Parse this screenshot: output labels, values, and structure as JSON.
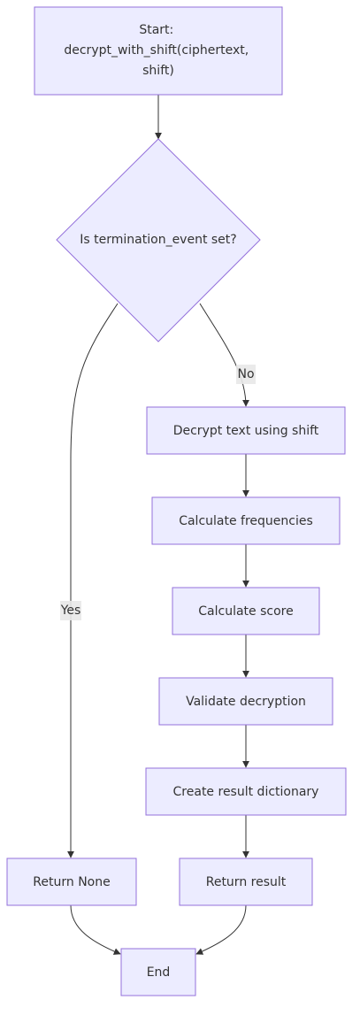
{
  "nodes": {
    "start": {
      "lines": [
        "Start:",
        "decrypt_with_shift(ciphertext,",
        "shift)"
      ]
    },
    "check_termination": {
      "lines": [
        "Is termination_event set?"
      ]
    },
    "decrypt_text": {
      "lines": [
        "Decrypt text using shift"
      ]
    },
    "calc_frequencies": {
      "lines": [
        "Calculate frequencies"
      ]
    },
    "calc_score": {
      "lines": [
        "Calculate score"
      ]
    },
    "validate": {
      "lines": [
        "Validate decryption"
      ]
    },
    "create_result": {
      "lines": [
        "Create result dictionary"
      ]
    },
    "return_none": {
      "lines": [
        "Return None"
      ]
    },
    "return_result": {
      "lines": [
        "Return result"
      ]
    },
    "end": {
      "lines": [
        "End"
      ]
    }
  },
  "edges": {
    "no": {
      "label": "No"
    },
    "yes": {
      "label": "Yes"
    }
  },
  "colors": {
    "node_fill": "#ECECFF",
    "node_stroke": "#9370DB",
    "edge": "#333333",
    "label_bg": "#e8e8e8",
    "text": "#333333"
  }
}
